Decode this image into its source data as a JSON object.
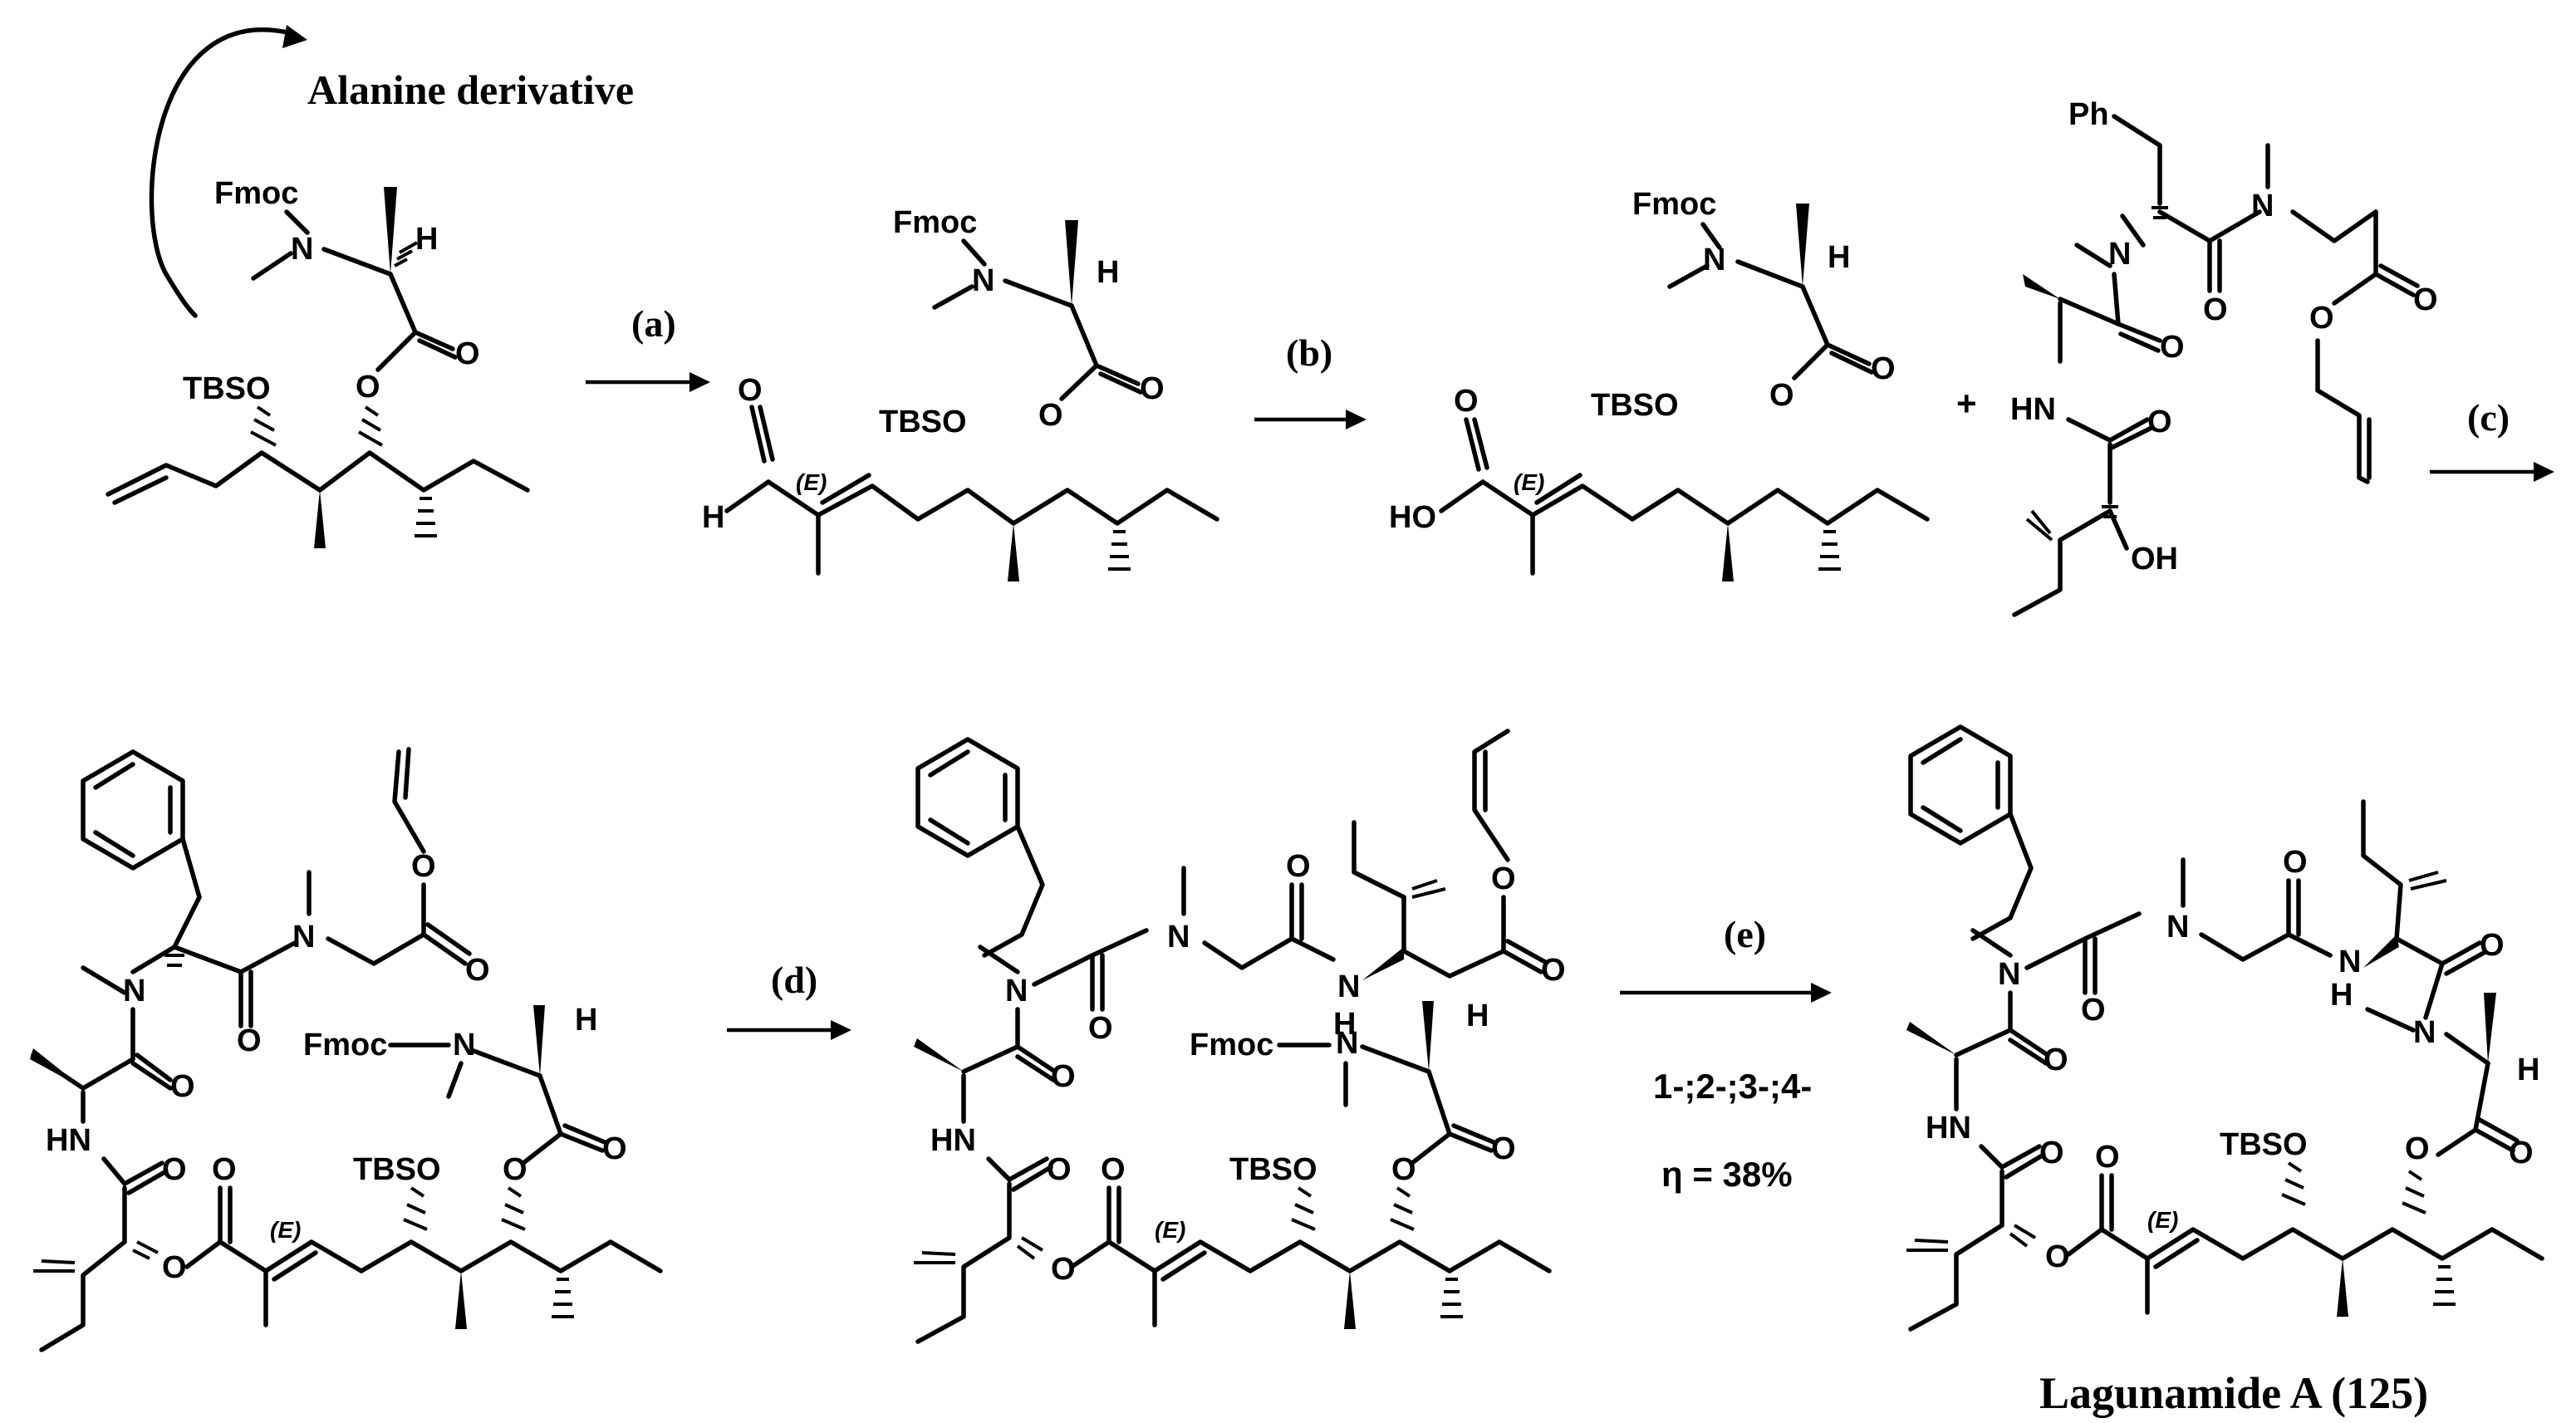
{
  "labels": {
    "alanine_derivative": "Alanine derivative",
    "product_name": "Lagunamide A (125)"
  },
  "steps": {
    "a": "(a)",
    "b": "(b)",
    "c": "(c)",
    "d": "(d)",
    "e": "(e)"
  },
  "conditions": {
    "e_line1": "1-;2-;3-;4-",
    "e_line2": "η = 38%"
  },
  "atoms": {
    "fmoc": "Fmoc",
    "n": "N",
    "h": "H",
    "o": "O",
    "tbso": "TBSO",
    "ho": "HO",
    "oh": "OH",
    "hn": "HN",
    "ph": "Ph",
    "e": "(E)",
    "plus": "+"
  }
}
